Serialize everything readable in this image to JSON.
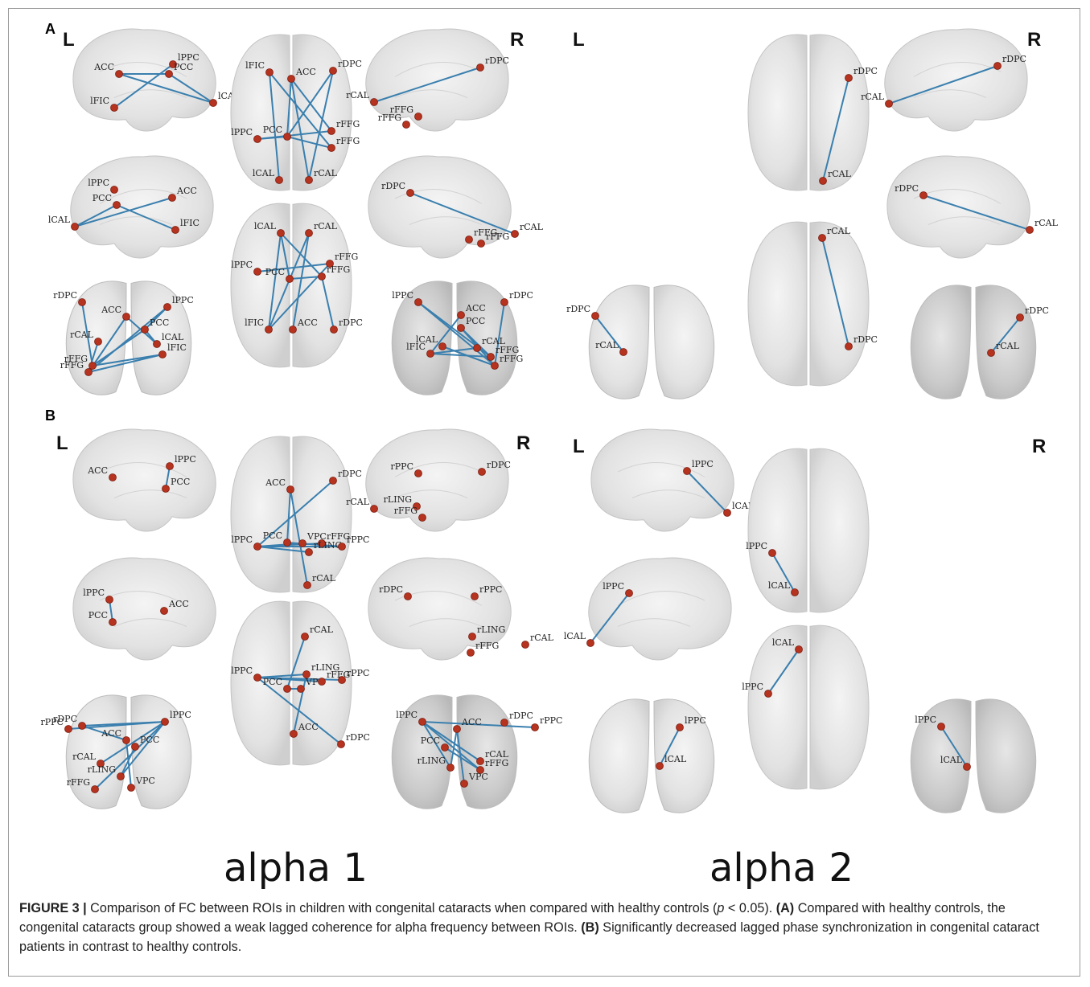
{
  "panels": {
    "a": {
      "letter": "A",
      "alpha1": {
        "left": "L",
        "right": "R"
      },
      "alpha2": {
        "left": "L",
        "right": "R"
      }
    },
    "b": {
      "letter": "B",
      "alpha1": {
        "left": "L",
        "right": "R"
      },
      "alpha2": {
        "left": "L",
        "right": "R"
      }
    }
  },
  "band_labels": {
    "alpha1": "alpha 1",
    "alpha2": "alpha 2"
  },
  "caption": {
    "fig_label": "FIGURE 3 |",
    "t1": " Comparison of FC between ROIs in children with congenital cataracts when compared with healthy controls (",
    "p": "p",
    "t2": " < 0.05). ",
    "a_label": "(A)",
    "a_text": " Compared with healthy controls, the congenital cataracts group showed a weak lagged coherence for alpha frequency between ROIs. ",
    "b_label": "(B)",
    "b_text": " Significantly decreased lagged phase synchronization in congenital cataract patients in contrast to healthy controls."
  },
  "colors": {
    "edge": "#3a7fae",
    "node": "#b5331f",
    "node_light": "#d97a6a",
    "brain": "#dcdcdc"
  },
  "views": [
    {
      "id": "A1-lat-left",
      "panel": "A",
      "band": "alpha1",
      "nodes": [
        {
          "label": "ACC"
        },
        {
          "label": "lPPC"
        },
        {
          "label": "PCC"
        },
        {
          "label": "lCAL"
        },
        {
          "label": "lFIC"
        }
      ]
    },
    {
      "id": "A1-top",
      "panel": "A",
      "band": "alpha1",
      "nodes": [
        {
          "label": "lFIC"
        },
        {
          "label": "ACC"
        },
        {
          "label": "rDPC"
        },
        {
          "label": "PCC"
        },
        {
          "label": "rFFG"
        },
        {
          "label": "lPPC"
        },
        {
          "label": "rFFG"
        },
        {
          "label": "lCAL"
        },
        {
          "label": "rCAL"
        }
      ]
    },
    {
      "id": "A1-lat-right",
      "panel": "A",
      "band": "alpha1",
      "nodes": [
        {
          "label": "rDPC"
        },
        {
          "label": "rCAL"
        },
        {
          "label": "rFFG"
        },
        {
          "label": "rFFG"
        }
      ]
    },
    {
      "id": "A1-med-left",
      "panel": "A",
      "band": "alpha1",
      "nodes": [
        {
          "label": "lPPC"
        },
        {
          "label": "PCC"
        },
        {
          "label": "ACC"
        },
        {
          "label": "lCAL"
        },
        {
          "label": "lFIC"
        }
      ]
    },
    {
      "id": "A1-bottom",
      "panel": "A",
      "band": "alpha1",
      "nodes": [
        {
          "label": "lCAL"
        },
        {
          "label": "rCAL"
        },
        {
          "label": "lPPC"
        },
        {
          "label": "rFFG"
        },
        {
          "label": "PCC"
        },
        {
          "label": "rFFG"
        },
        {
          "label": "lFIC"
        },
        {
          "label": "ACC"
        },
        {
          "label": "rDPC"
        }
      ]
    },
    {
      "id": "A1-med-right",
      "panel": "A",
      "band": "alpha1",
      "nodes": [
        {
          "label": "rDPC"
        },
        {
          "label": "rCAL"
        },
        {
          "label": "rFFG"
        },
        {
          "label": "rFFG"
        }
      ]
    },
    {
      "id": "A1-front-left",
      "panel": "A",
      "band": "alpha1",
      "nodes": [
        {
          "label": "rDPC"
        },
        {
          "label": "lPPC"
        },
        {
          "label": "ACC"
        },
        {
          "label": "PCC"
        },
        {
          "label": "rCAL"
        },
        {
          "label": "lCAL"
        },
        {
          "label": "rFFG"
        },
        {
          "label": "lFIC"
        },
        {
          "label": "rFFG"
        }
      ]
    },
    {
      "id": "A1-back-right",
      "panel": "A",
      "band": "alpha1",
      "nodes": [
        {
          "label": "lPPC"
        },
        {
          "label": "ACC"
        },
        {
          "label": "rDPC"
        },
        {
          "label": "PCC"
        },
        {
          "label": "lCAL"
        },
        {
          "label": "rCAL"
        },
        {
          "label": "lFIC"
        },
        {
          "label": "rFFG"
        },
        {
          "label": "rFFG"
        }
      ]
    },
    {
      "id": "A2-top",
      "panel": "A",
      "band": "alpha2",
      "nodes": [
        {
          "label": "rDPC"
        },
        {
          "label": "rCAL"
        }
      ]
    },
    {
      "id": "A2-lat-right",
      "panel": "A",
      "band": "alpha2",
      "nodes": [
        {
          "label": "rDPC"
        },
        {
          "label": "rCAL"
        }
      ]
    },
    {
      "id": "A2-med-right",
      "panel": "A",
      "band": "alpha2",
      "nodes": [
        {
          "label": "rDPC"
        },
        {
          "label": "rCAL"
        }
      ]
    },
    {
      "id": "A2-bottom",
      "panel": "A",
      "band": "alpha2",
      "nodes": [
        {
          "label": "rCAL"
        },
        {
          "label": "rDPC"
        }
      ]
    },
    {
      "id": "A2-front",
      "panel": "A",
      "band": "alpha2",
      "nodes": [
        {
          "label": "rDPC"
        },
        {
          "label": "rCAL"
        }
      ]
    },
    {
      "id": "A2-back",
      "panel": "A",
      "band": "alpha2",
      "nodes": [
        {
          "label": "rDPC"
        },
        {
          "label": "rCAL"
        }
      ]
    },
    {
      "id": "B1-lat-left",
      "panel": "B",
      "band": "alpha1",
      "nodes": [
        {
          "label": "ACC"
        },
        {
          "label": "lPPC"
        },
        {
          "label": "PCC"
        }
      ]
    },
    {
      "id": "B1-top",
      "panel": "B",
      "band": "alpha1",
      "nodes": [
        {
          "label": "ACC"
        },
        {
          "label": "rDPC"
        },
        {
          "label": "PCC"
        },
        {
          "label": "VPC"
        },
        {
          "label": "rFFG"
        },
        {
          "label": "lPPC"
        },
        {
          "label": "rLING"
        },
        {
          "label": "rPPC"
        },
        {
          "label": "rCAL"
        }
      ]
    },
    {
      "id": "B1-lat-right",
      "panel": "B",
      "band": "alpha1",
      "nodes": [
        {
          "label": "rPPC"
        },
        {
          "label": "rDPC"
        },
        {
          "label": "rCAL"
        },
        {
          "label": "rLING"
        },
        {
          "label": "rFFG"
        }
      ]
    },
    {
      "id": "B1-med-left",
      "panel": "B",
      "band": "alpha1",
      "nodes": [
        {
          "label": "lPPC"
        },
        {
          "label": "PCC"
        },
        {
          "label": "ACC"
        }
      ]
    },
    {
      "id": "B1-bottom",
      "panel": "B",
      "band": "alpha1",
      "nodes": [
        {
          "label": "rCAL"
        },
        {
          "label": "lPPC"
        },
        {
          "label": "rLING"
        },
        {
          "label": "rPPC"
        },
        {
          "label": "PCC"
        },
        {
          "label": "VPC"
        },
        {
          "label": "rFFG"
        },
        {
          "label": "ACC"
        },
        {
          "label": "rDPC"
        }
      ]
    },
    {
      "id": "B1-med-right",
      "panel": "B",
      "band": "alpha1",
      "nodes": [
        {
          "label": "rDPC"
        },
        {
          "label": "rPPC"
        },
        {
          "label": "rLING"
        },
        {
          "label": "rCAL"
        },
        {
          "label": "rFFG"
        }
      ]
    },
    {
      "id": "B1-front-left",
      "panel": "B",
      "band": "alpha1",
      "nodes": [
        {
          "label": "rPPC"
        },
        {
          "label": "rDPC"
        },
        {
          "label": "ACC"
        },
        {
          "label": "lPPC"
        },
        {
          "label": "PCC"
        },
        {
          "label": "rCAL"
        },
        {
          "label": "rLING"
        },
        {
          "label": "rFFG"
        },
        {
          "label": "VPC"
        }
      ]
    },
    {
      "id": "B1-back-right",
      "panel": "B",
      "band": "alpha1",
      "nodes": [
        {
          "label": "lPPC"
        },
        {
          "label": "ACC"
        },
        {
          "label": "rDPC"
        },
        {
          "label": "rPPC"
        },
        {
          "label": "PCC"
        },
        {
          "label": "rCAL"
        },
        {
          "label": "rLING"
        },
        {
          "label": "rFFG"
        },
        {
          "label": "VPC"
        }
      ]
    },
    {
      "id": "B2-lat-left",
      "panel": "B",
      "band": "alpha2",
      "nodes": [
        {
          "label": "lPPC"
        },
        {
          "label": "lCAL"
        }
      ]
    },
    {
      "id": "B2-top",
      "panel": "B",
      "band": "alpha2",
      "nodes": [
        {
          "label": "lPPC"
        },
        {
          "label": "lCAL"
        }
      ]
    },
    {
      "id": "B2-med-left",
      "panel": "B",
      "band": "alpha2",
      "nodes": [
        {
          "label": "lPPC"
        },
        {
          "label": "lCAL"
        }
      ]
    },
    {
      "id": "B2-bottom",
      "panel": "B",
      "band": "alpha2",
      "nodes": [
        {
          "label": "lCAL"
        },
        {
          "label": "lPPC"
        }
      ]
    },
    {
      "id": "B2-front",
      "panel": "B",
      "band": "alpha2",
      "nodes": [
        {
          "label": "lPPC"
        },
        {
          "label": "lCAL"
        }
      ]
    },
    {
      "id": "B2-back",
      "panel": "B",
      "band": "alpha2",
      "nodes": [
        {
          "label": "lPPC"
        },
        {
          "label": "lCAL"
        }
      ]
    }
  ]
}
